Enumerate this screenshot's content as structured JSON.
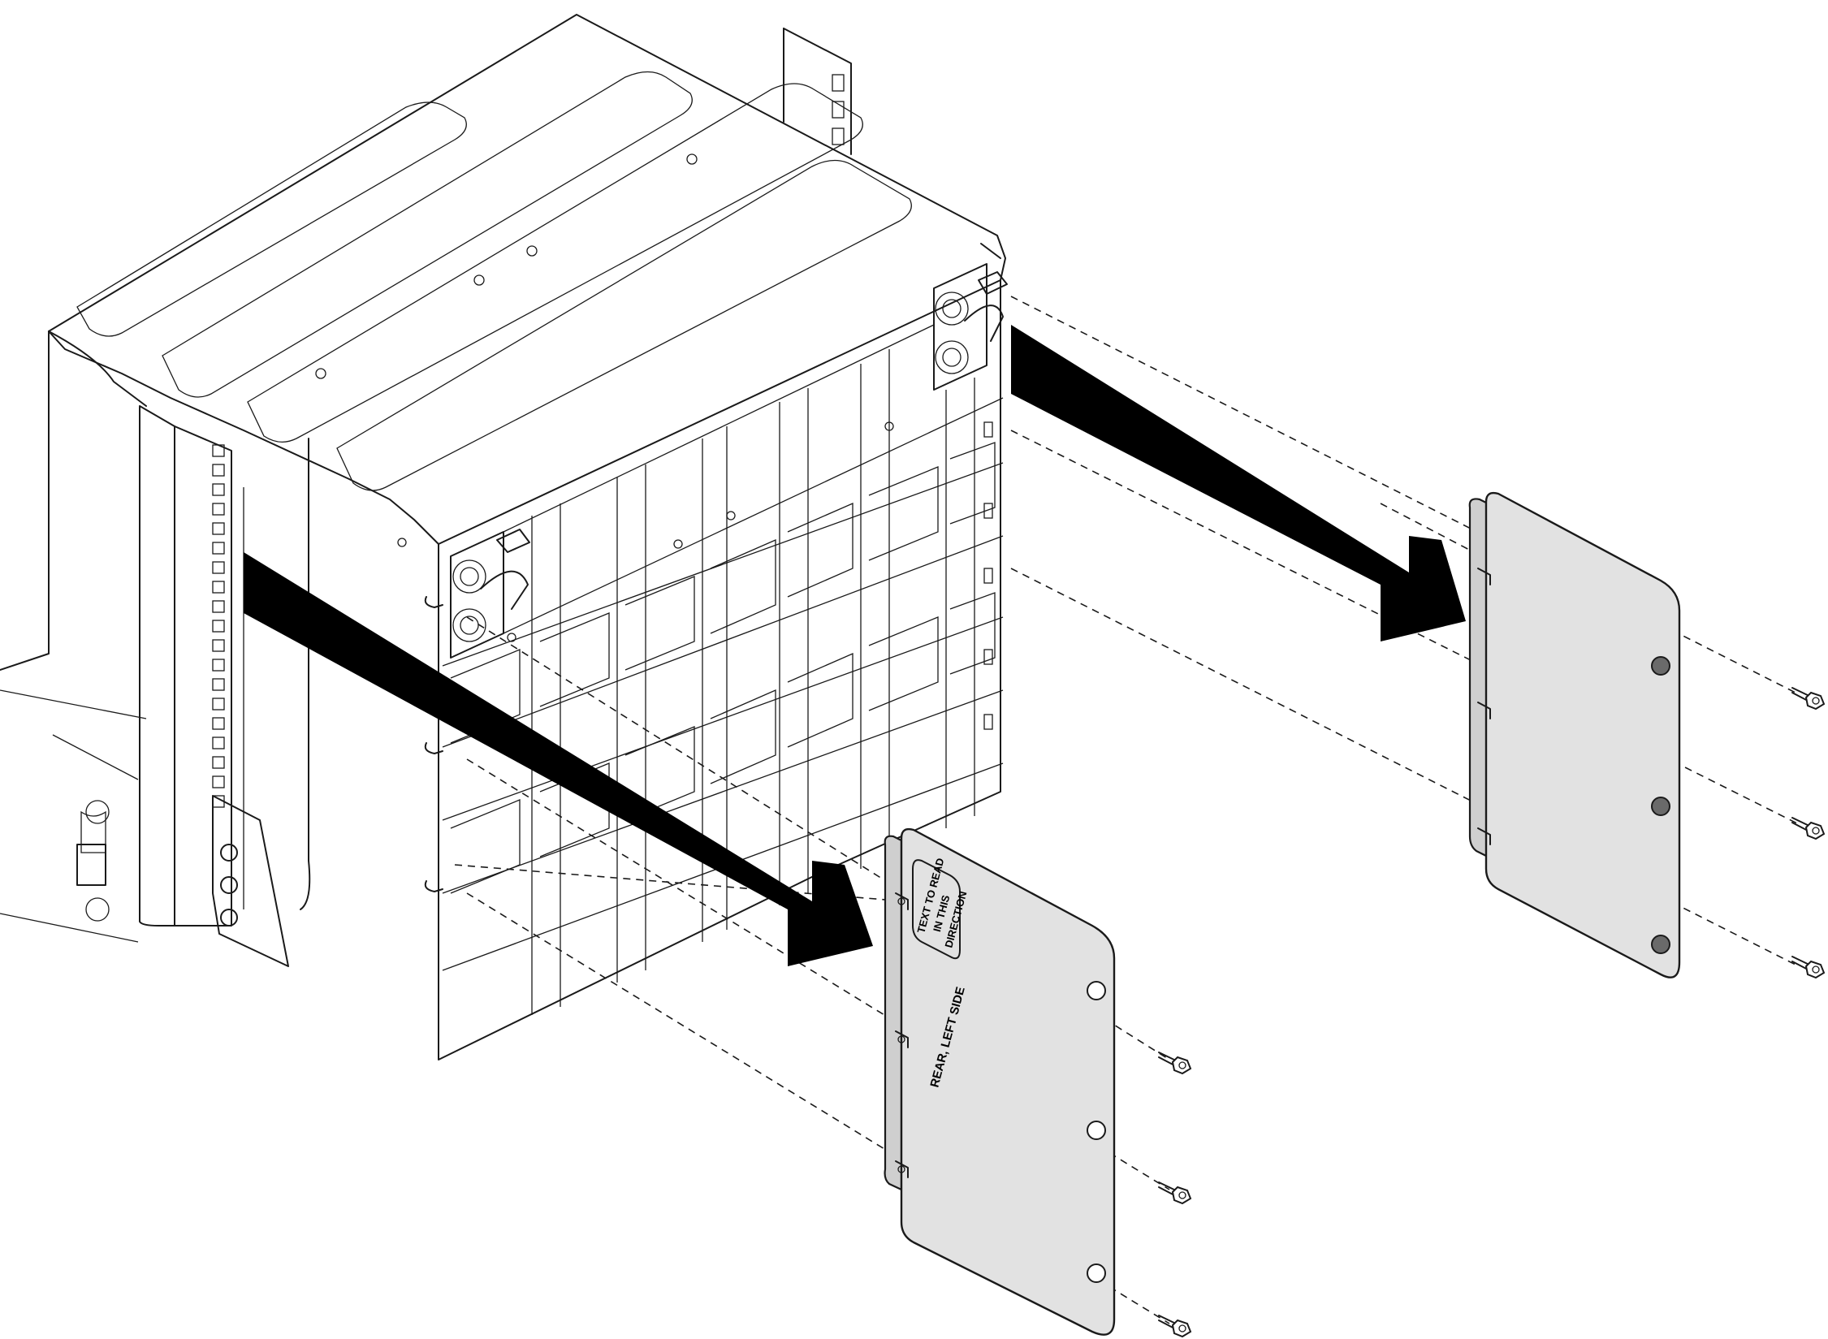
{
  "diagram": {
    "left_panel": {
      "label_main": "REAR, LEFT SIDE",
      "label_box_line1": "TEXT TO READ",
      "label_box_line2": "IN THIS",
      "label_box_line3": "DIRECTION"
    },
    "screws_left_count": 3,
    "screws_right_count": 3
  }
}
